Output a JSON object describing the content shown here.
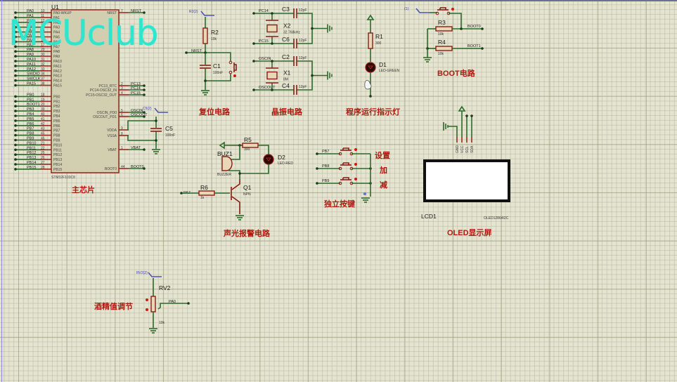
{
  "watermark": "MCUclub",
  "colors": {
    "wire": "#2d6b2d",
    "pin": "#9a2a22",
    "title": "#b01a10",
    "watermark": "#2ee6cf",
    "chip_fill": "#d2cfb0",
    "grid_bg": "#e4e4d0"
  },
  "sections": {
    "main_chip": "主芯片",
    "reset": "复位电路",
    "crystal": "晶振电路",
    "run_led": "程序运行指示灯",
    "boot": "BOOT电路",
    "alarm": "声光报警电路",
    "keys": "独立按键",
    "oled": "OLED显示屏",
    "alcohol": "酒精值调节"
  },
  "u1": {
    "ref": "U1",
    "part": "STM32F103C8",
    "left_pins": [
      {
        "net": "PA0",
        "num": "10",
        "name": "PA0-WKUP"
      },
      {
        "net": "PA1",
        "num": "11",
        "name": "PA1"
      },
      {
        "net": "PA2",
        "num": "12",
        "name": "PA2"
      },
      {
        "net": "PA3",
        "num": "13",
        "name": "PA3"
      },
      {
        "net": "PA4",
        "num": "14",
        "name": "PA4"
      },
      {
        "net": "PA5",
        "num": "15",
        "name": "PA5"
      },
      {
        "net": "PA6",
        "num": "16",
        "name": "PA6"
      },
      {
        "net": "PA7",
        "num": "17",
        "name": "PA7"
      },
      {
        "net": "PA8",
        "num": "29",
        "name": "PA8"
      },
      {
        "net": "PA9",
        "num": "30",
        "name": "PA9"
      },
      {
        "net": "PA10",
        "num": "31",
        "name": "PA10"
      },
      {
        "net": "PA11",
        "num": "32",
        "name": "PA11"
      },
      {
        "net": "PA12",
        "num": "33",
        "name": "PA12"
      },
      {
        "net": "SWDIO",
        "num": "34",
        "name": "PA13"
      },
      {
        "net": "SWCLK",
        "num": "37",
        "name": "PA14"
      },
      {
        "net": "PA15",
        "num": "38",
        "name": "PA15"
      },
      {
        "net": "PB0",
        "num": "18",
        "name": "PB0"
      },
      {
        "net": "PB1",
        "num": "19",
        "name": "PB1"
      },
      {
        "net": "BOOT1",
        "num": "20",
        "name": "PB2"
      },
      {
        "net": "PB3",
        "num": "39",
        "name": "PB3"
      },
      {
        "net": "PB4",
        "num": "40",
        "name": "PB4"
      },
      {
        "net": "PB5",
        "num": "41",
        "name": "PB5"
      },
      {
        "net": "PB6",
        "num": "42",
        "name": "PB6"
      },
      {
        "net": "PB7",
        "num": "43",
        "name": "PB7"
      },
      {
        "net": "PB8",
        "num": "45",
        "name": "PB8"
      },
      {
        "net": "PB9",
        "num": "46",
        "name": "PB9"
      },
      {
        "net": "PB10",
        "num": "21",
        "name": "PB10"
      },
      {
        "net": "PB11",
        "num": "22",
        "name": "PB11"
      },
      {
        "net": "PB12",
        "num": "25",
        "name": "PB12"
      },
      {
        "net": "PB13",
        "num": "26",
        "name": "PB13"
      },
      {
        "net": "PB14",
        "num": "27",
        "name": "PB14"
      },
      {
        "net": "PB15",
        "num": "28",
        "name": "PB15"
      }
    ],
    "right_pins": [
      {
        "net": "NRST",
        "num": "7",
        "name": "NRST",
        "group": "top"
      },
      {
        "net": "PC13",
        "num": "2",
        "name": "PC13_RTC",
        "group": "pc"
      },
      {
        "net": "PC14",
        "num": "3",
        "name": "PC14-OSC32_IN",
        "group": "pc"
      },
      {
        "net": "PC15",
        "num": "4",
        "name": "PC15-OSC32_OUT",
        "group": "pc"
      },
      {
        "net": "OSCIN",
        "num": "5",
        "name": "OSCIN_PD0",
        "group": "osc"
      },
      {
        "net": "OSCOUT",
        "num": "6",
        "name": "OSCOUT_PD1",
        "group": "osc"
      },
      {
        "net": "",
        "num": "9",
        "name": "VDDA",
        "group": "pwr"
      },
      {
        "net": "",
        "num": "8",
        "name": "VSSA",
        "group": "pwr"
      },
      {
        "net": "VBAT",
        "num": "1",
        "name": "VBAT",
        "group": "vbat"
      },
      {
        "net": "BOOT0",
        "num": "44",
        "name": "BOOT0",
        "group": "boot"
      }
    ]
  },
  "components": {
    "c5": {
      "ref": "C5",
      "value": "100nF",
      "probe": "C5(2)"
    },
    "r2": {
      "ref": "R2",
      "value": "10k",
      "probe": "R2(2)"
    },
    "c1": {
      "ref": "C1",
      "value": "100nF"
    },
    "nrst_net": "NRST",
    "x2": {
      "ref": "X2",
      "value": "32.768kHz"
    },
    "c3": {
      "ref": "C3",
      "value": "12pF"
    },
    "c6": {
      "ref": "C6",
      "value": "12pF"
    },
    "x1": {
      "ref": "X1",
      "value": "8M"
    },
    "c2": {
      "ref": "C2",
      "value": "12pF"
    },
    "c4": {
      "ref": "C4",
      "value": "12pF"
    },
    "crystal_nets": [
      "PC14",
      "PC15",
      "OSCIN",
      "OSCOUT"
    ],
    "r1": {
      "ref": "R1",
      "value": "300"
    },
    "d1": {
      "ref": "D1",
      "value": "LED-GREEN"
    },
    "boot_probe": "(1)",
    "r3": {
      "ref": "R3",
      "value": "10k",
      "net": "BOOT0"
    },
    "r4": {
      "ref": "R4",
      "value": "10k",
      "net": "BOOT1"
    },
    "lcd1": {
      "ref": "LCD1",
      "value": "OLED12864I2C",
      "pins": [
        "GND",
        "VCC",
        "SCL",
        "SDA"
      ]
    },
    "r5": {
      "ref": "R5",
      "value": "300"
    },
    "d2": {
      "ref": "D2",
      "value": "LED-RED"
    },
    "buz1": {
      "ref": "BUZ1",
      "value": "BUZZER"
    },
    "q1": {
      "ref": "Q1",
      "value": "NPN"
    },
    "r6": {
      "ref": "R6",
      "value": "1k",
      "net": "PA7"
    },
    "keys": [
      {
        "net": "PB7",
        "label": "设置"
      },
      {
        "net": "PB8",
        "label": "加"
      },
      {
        "net": "PB9",
        "label": "减"
      }
    ],
    "rv2": {
      "ref": "RV2",
      "value": "10k",
      "net": "PA0",
      "probe": "RV2(2)"
    }
  }
}
